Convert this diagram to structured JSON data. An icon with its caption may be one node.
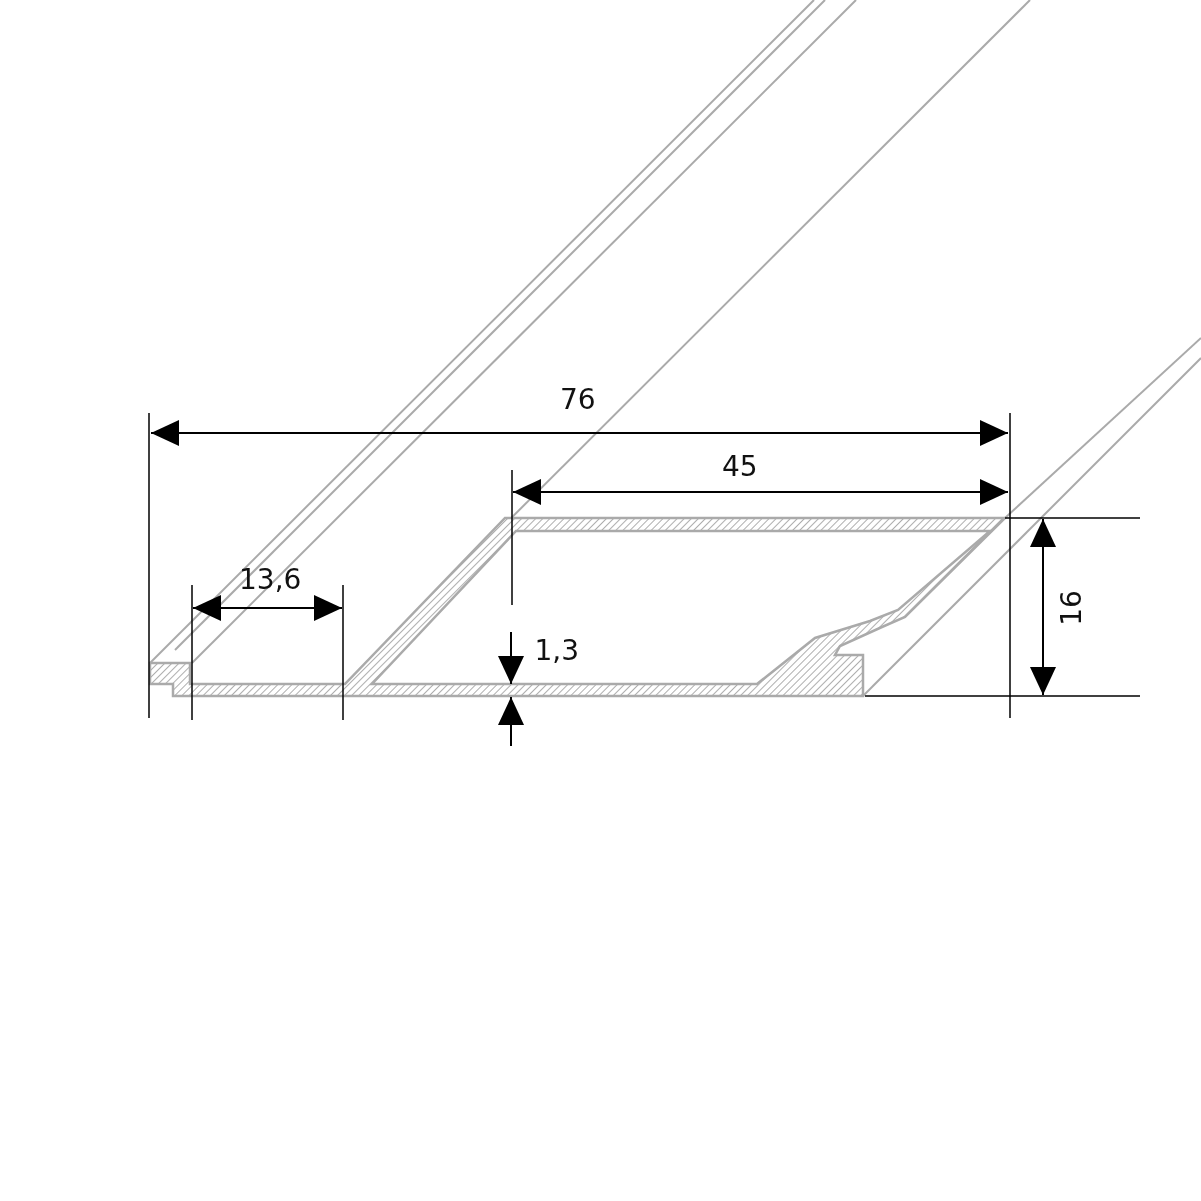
{
  "diagram": {
    "labels": [
      "76",
      "45",
      "13,6",
      "1,3",
      "16"
    ]
  }
}
